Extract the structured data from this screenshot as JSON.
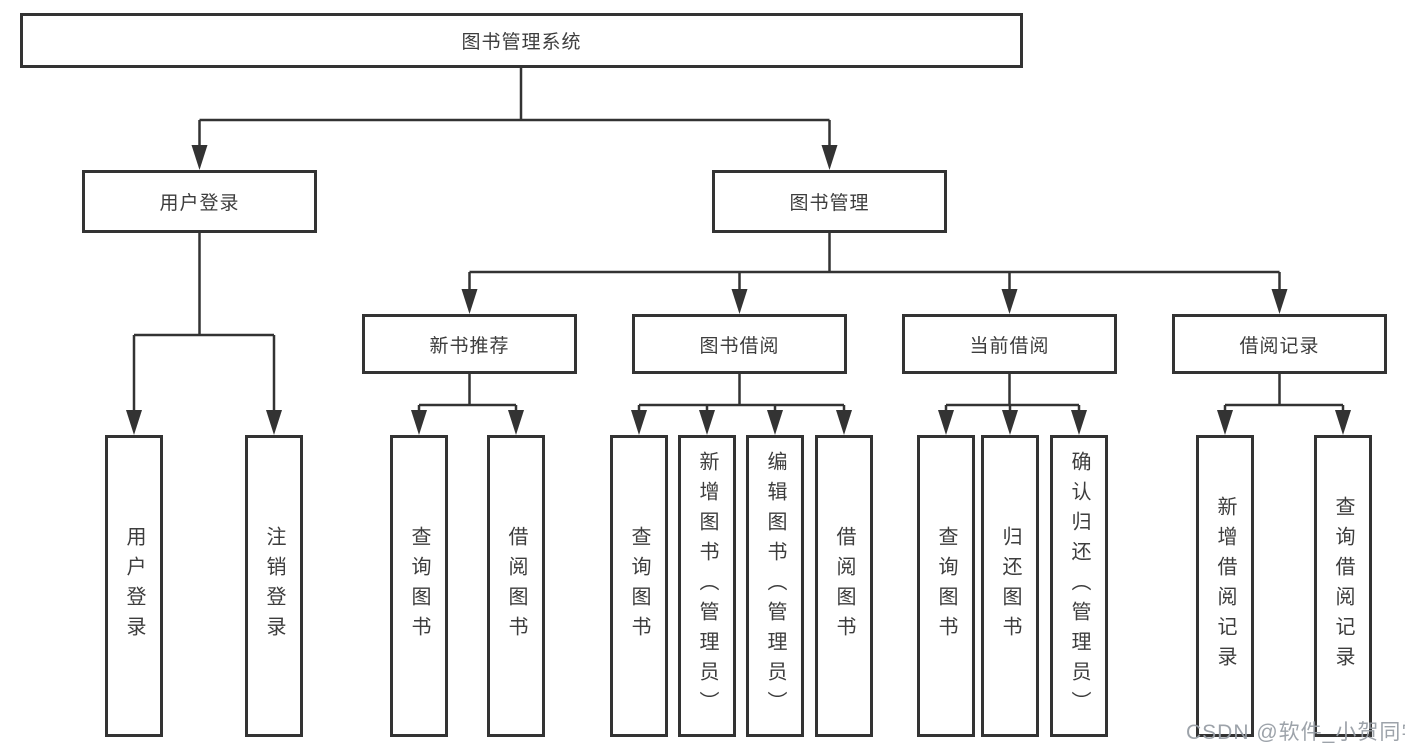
{
  "tree": {
    "root": {
      "label": "图书管理系统"
    },
    "branches": [
      {
        "label": "用户登录",
        "children": [
          {
            "label": "用户登录"
          },
          {
            "label": "注销登录"
          }
        ]
      },
      {
        "label": "图书管理",
        "groups": [
          {
            "label": "新书推荐",
            "children": [
              {
                "label": "查询图书"
              },
              {
                "label": "借阅图书"
              }
            ]
          },
          {
            "label": "图书借阅",
            "children": [
              {
                "label": "查询图书"
              },
              {
                "label": "新增图书（管理员）"
              },
              {
                "label": "编辑图书（管理员）"
              },
              {
                "label": "借阅图书"
              }
            ]
          },
          {
            "label": "当前借阅",
            "children": [
              {
                "label": "查询图书"
              },
              {
                "label": "归还图书"
              },
              {
                "label": "确认归还（管理员）"
              }
            ]
          },
          {
            "label": "借阅记录",
            "children": [
              {
                "label": "新增借阅记录"
              },
              {
                "label": "查询借阅记录"
              }
            ]
          }
        ]
      }
    ]
  },
  "watermark": {
    "text": "CSDN @软件_小贺同学"
  },
  "colors": {
    "line": "#333333",
    "text": "#3d3d3d",
    "watermark": "#989ea5",
    "background": "#ffffff"
  }
}
